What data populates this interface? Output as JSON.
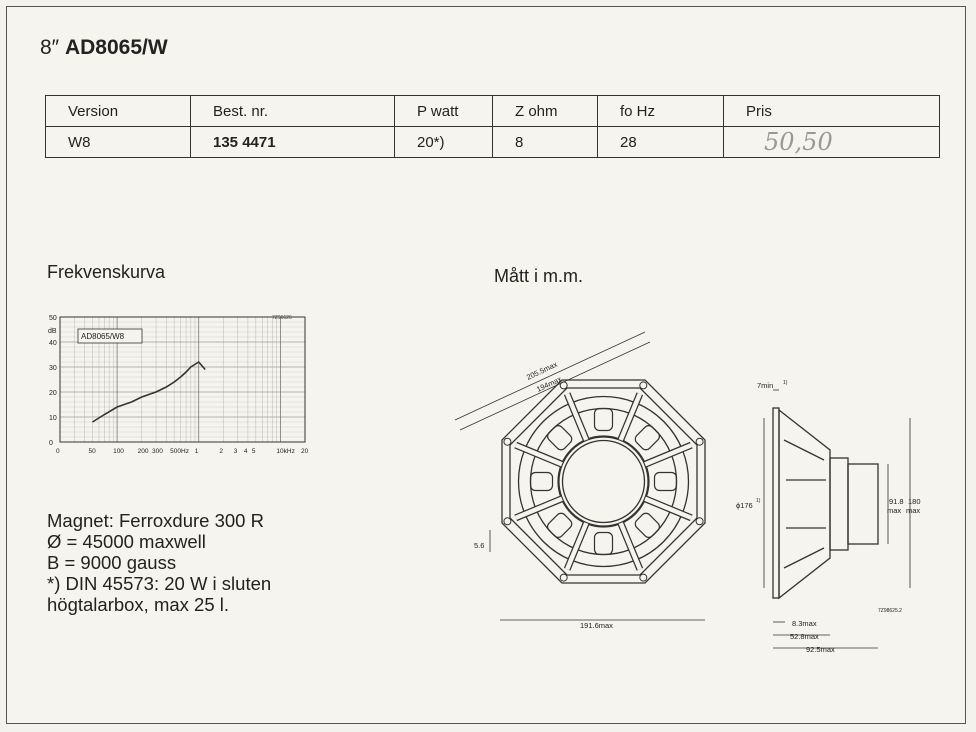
{
  "title": {
    "size": "8″",
    "model": "AD8065/W"
  },
  "spec_table": {
    "headers": [
      "Version",
      "Best. nr.",
      "P  watt",
      "Z   ohm",
      "fo     Hz",
      "Pris"
    ],
    "row": [
      "W8",
      "135 4471",
      "20*)",
      "8",
      "28",
      "50,50"
    ]
  },
  "labels": {
    "freq": "Frekvenskurva",
    "dims": "Mått  i  m.m."
  },
  "chart_data": {
    "type": "line",
    "legend": "AD8065/W8",
    "code": "7Z96626",
    "ylabel": "dB",
    "yticks": [
      "0",
      "10",
      "20",
      "30",
      "40",
      "50"
    ],
    "xticks": [
      "0",
      "50",
      "100",
      "200",
      "300",
      "500Hz",
      "1",
      "2",
      "3",
      "4",
      "5",
      "10kHz",
      "20"
    ],
    "ylim": [
      0,
      50
    ],
    "x": [
      "50",
      "70",
      "100",
      "150",
      "200",
      "300",
      "400",
      "500Hz",
      "600",
      "700",
      "800",
      "1",
      "1.2"
    ],
    "y": [
      8,
      11,
      14,
      16,
      18,
      20,
      22,
      24,
      26,
      28,
      30,
      32,
      29
    ],
    "grid": true
  },
  "dimensions": {
    "d1": "205.5max",
    "d2": "194max",
    "d3": "191.6max",
    "d4": "5.6",
    "d5": "7min",
    "d5sup": "1)",
    "d6": "ϕ176",
    "d6sup": "1)",
    "d7": "91.8",
    "d8": "max",
    "d9": "180",
    "d10": "max",
    "d11": "8.3max",
    "d12": "52.8max",
    "d13": "92.5max",
    "code": "7Z98625.2"
  },
  "notes": [
    "Magnet: Ferroxdure 300 R",
    "Ø = 45000 maxwell",
    "B = 9000 gauss",
    "*) DIN 45573: 20 W i sluten",
    "högtalarbox, max 25 l."
  ]
}
